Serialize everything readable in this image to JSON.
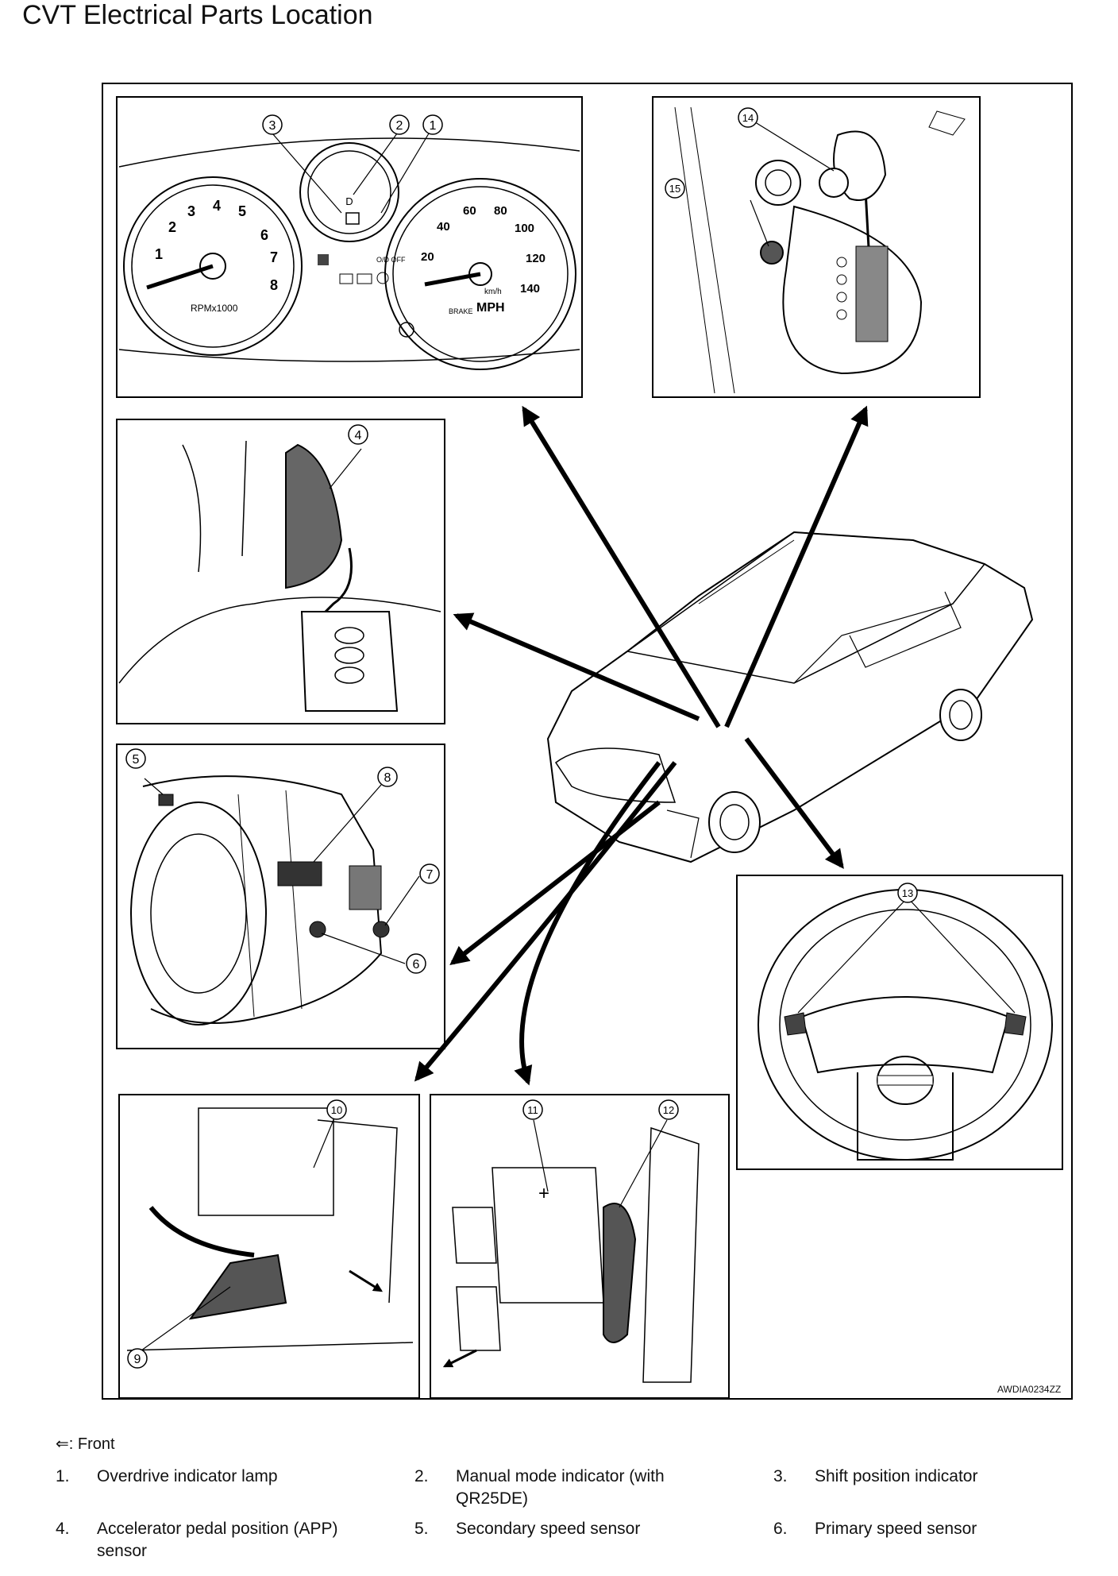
{
  "title": "CVT Electrical Parts Location",
  "ref_code": "AWDIA0234ZZ",
  "callouts": [
    "1",
    "2",
    "3",
    "4",
    "5",
    "6",
    "7",
    "8",
    "9",
    "10",
    "11",
    "12",
    "13",
    "14",
    "15"
  ],
  "gauge_text": {
    "rpm_label": "RPMx1000",
    "tach": [
      "1",
      "2",
      "3",
      "4",
      "5",
      "6",
      "7",
      "8"
    ],
    "speedo": [
      "20",
      "40",
      "60",
      "80",
      "100",
      "120",
      "140"
    ],
    "mph": "MPH",
    "kmh": "km/h",
    "brake": "BRAKE",
    "od_off": "O/D OFF"
  },
  "front_note": "⇐: Front",
  "legend": [
    {
      "num": "1.",
      "label": "Overdrive indicator lamp"
    },
    {
      "num": "2.",
      "label": "Manual mode indicator (with QR25DE)"
    },
    {
      "num": "3.",
      "label": "Shift position indicator"
    },
    {
      "num": "4.",
      "label": "Accelerator pedal position (APP) sensor"
    },
    {
      "num": "5.",
      "label": "Secondary speed sensor"
    },
    {
      "num": "6.",
      "label": "Primary speed sensor"
    }
  ]
}
